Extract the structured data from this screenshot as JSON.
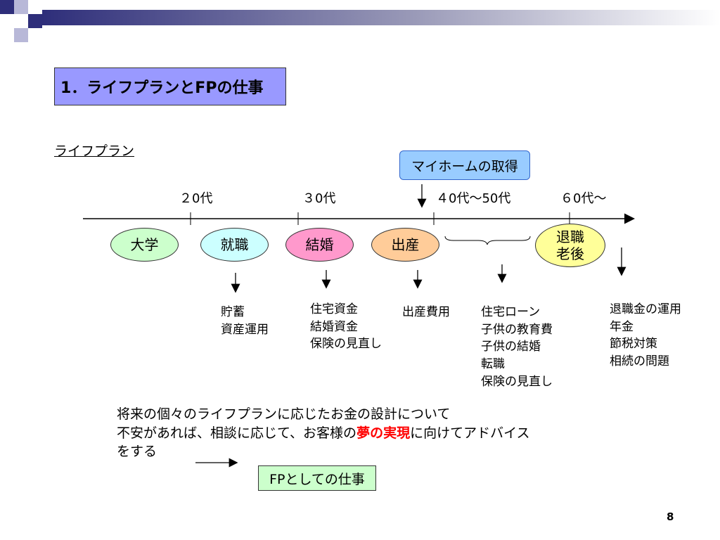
{
  "slide": {
    "title": "1．ライフプランとFPの仕事",
    "subheading": "ライフプラン",
    "milestone_label": "マイホームの取得",
    "ages": [
      "２0代",
      "３0代",
      "４0代～50代",
      "６0代～"
    ],
    "stages": [
      "大学",
      "就職",
      "結婚",
      "出産",
      "退職\n老後"
    ],
    "notes": {
      "shushoku": [
        "貯蓄",
        "資産運用"
      ],
      "kekkon": [
        "住宅資金",
        "結婚資金",
        "保険の見直し"
      ],
      "shussan": [
        "出産費用"
      ],
      "mid_career": [
        "住宅ローン",
        "子供の教育費",
        "子供の結婚",
        "転職",
        "保険の見直し"
      ],
      "retire": [
        "退職金の運用",
        "年金",
        "節税対策",
        "相続の問題"
      ]
    },
    "paragraph": {
      "line1": "将来の個々のライフプランに応じたお金の設計について",
      "line2_pre": "不安があれば、相談に応じて、お客様の",
      "line2_emph": "夢の実現",
      "line2_post": "に向けてアドバイス",
      "line3": "をする"
    },
    "fp_box": "FPとしての仕事",
    "page_number": "8"
  },
  "colors": {
    "title_bg": "#9999ff",
    "milestone_bg": "#99ccff",
    "daigaku": "#ccffcc",
    "shushoku": "#ccffff",
    "kekkon": "#ff99cc",
    "shussan": "#ffcc99",
    "taishoku": "#ffff99",
    "emphasis": "#ff0000",
    "fp_box_bg": "#ccffcc"
  }
}
